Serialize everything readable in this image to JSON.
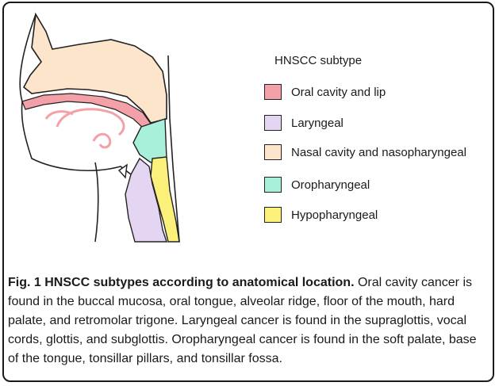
{
  "legend": {
    "title": "HNSCC subtype",
    "items": [
      {
        "label": "Oral cavity and lip",
        "color": "#f4a0a8"
      },
      {
        "label": "Laryngeal",
        "color": "#e4d6f2"
      },
      {
        "label": "Nasal cavity and nasopharyngeal",
        "color": "#fde5cc"
      },
      {
        "label": "Oropharyngeal",
        "color": "#a8f0dc"
      },
      {
        "label": "Hypopharyngeal",
        "color": "#fbf07a"
      }
    ]
  },
  "caption": {
    "title": "Fig. 1 HNSCC subtypes according to anatomical location.",
    "body": "Oral cavity cancer is found in the buccal mucosa, oral tongue, alveolar ridge, floor of the mouth, hard palate, and retromolar trigone. Laryngeal cancer is found in the supraglottis, vocal cords, glottis, and subglottis. Oropharyngeal cancer is found in the soft palate, base of the tongue, tonsillar pillars, and tonsillar fossa."
  },
  "icons": {
    "anatomy": "head-neck-sagittal-section-illustration"
  }
}
